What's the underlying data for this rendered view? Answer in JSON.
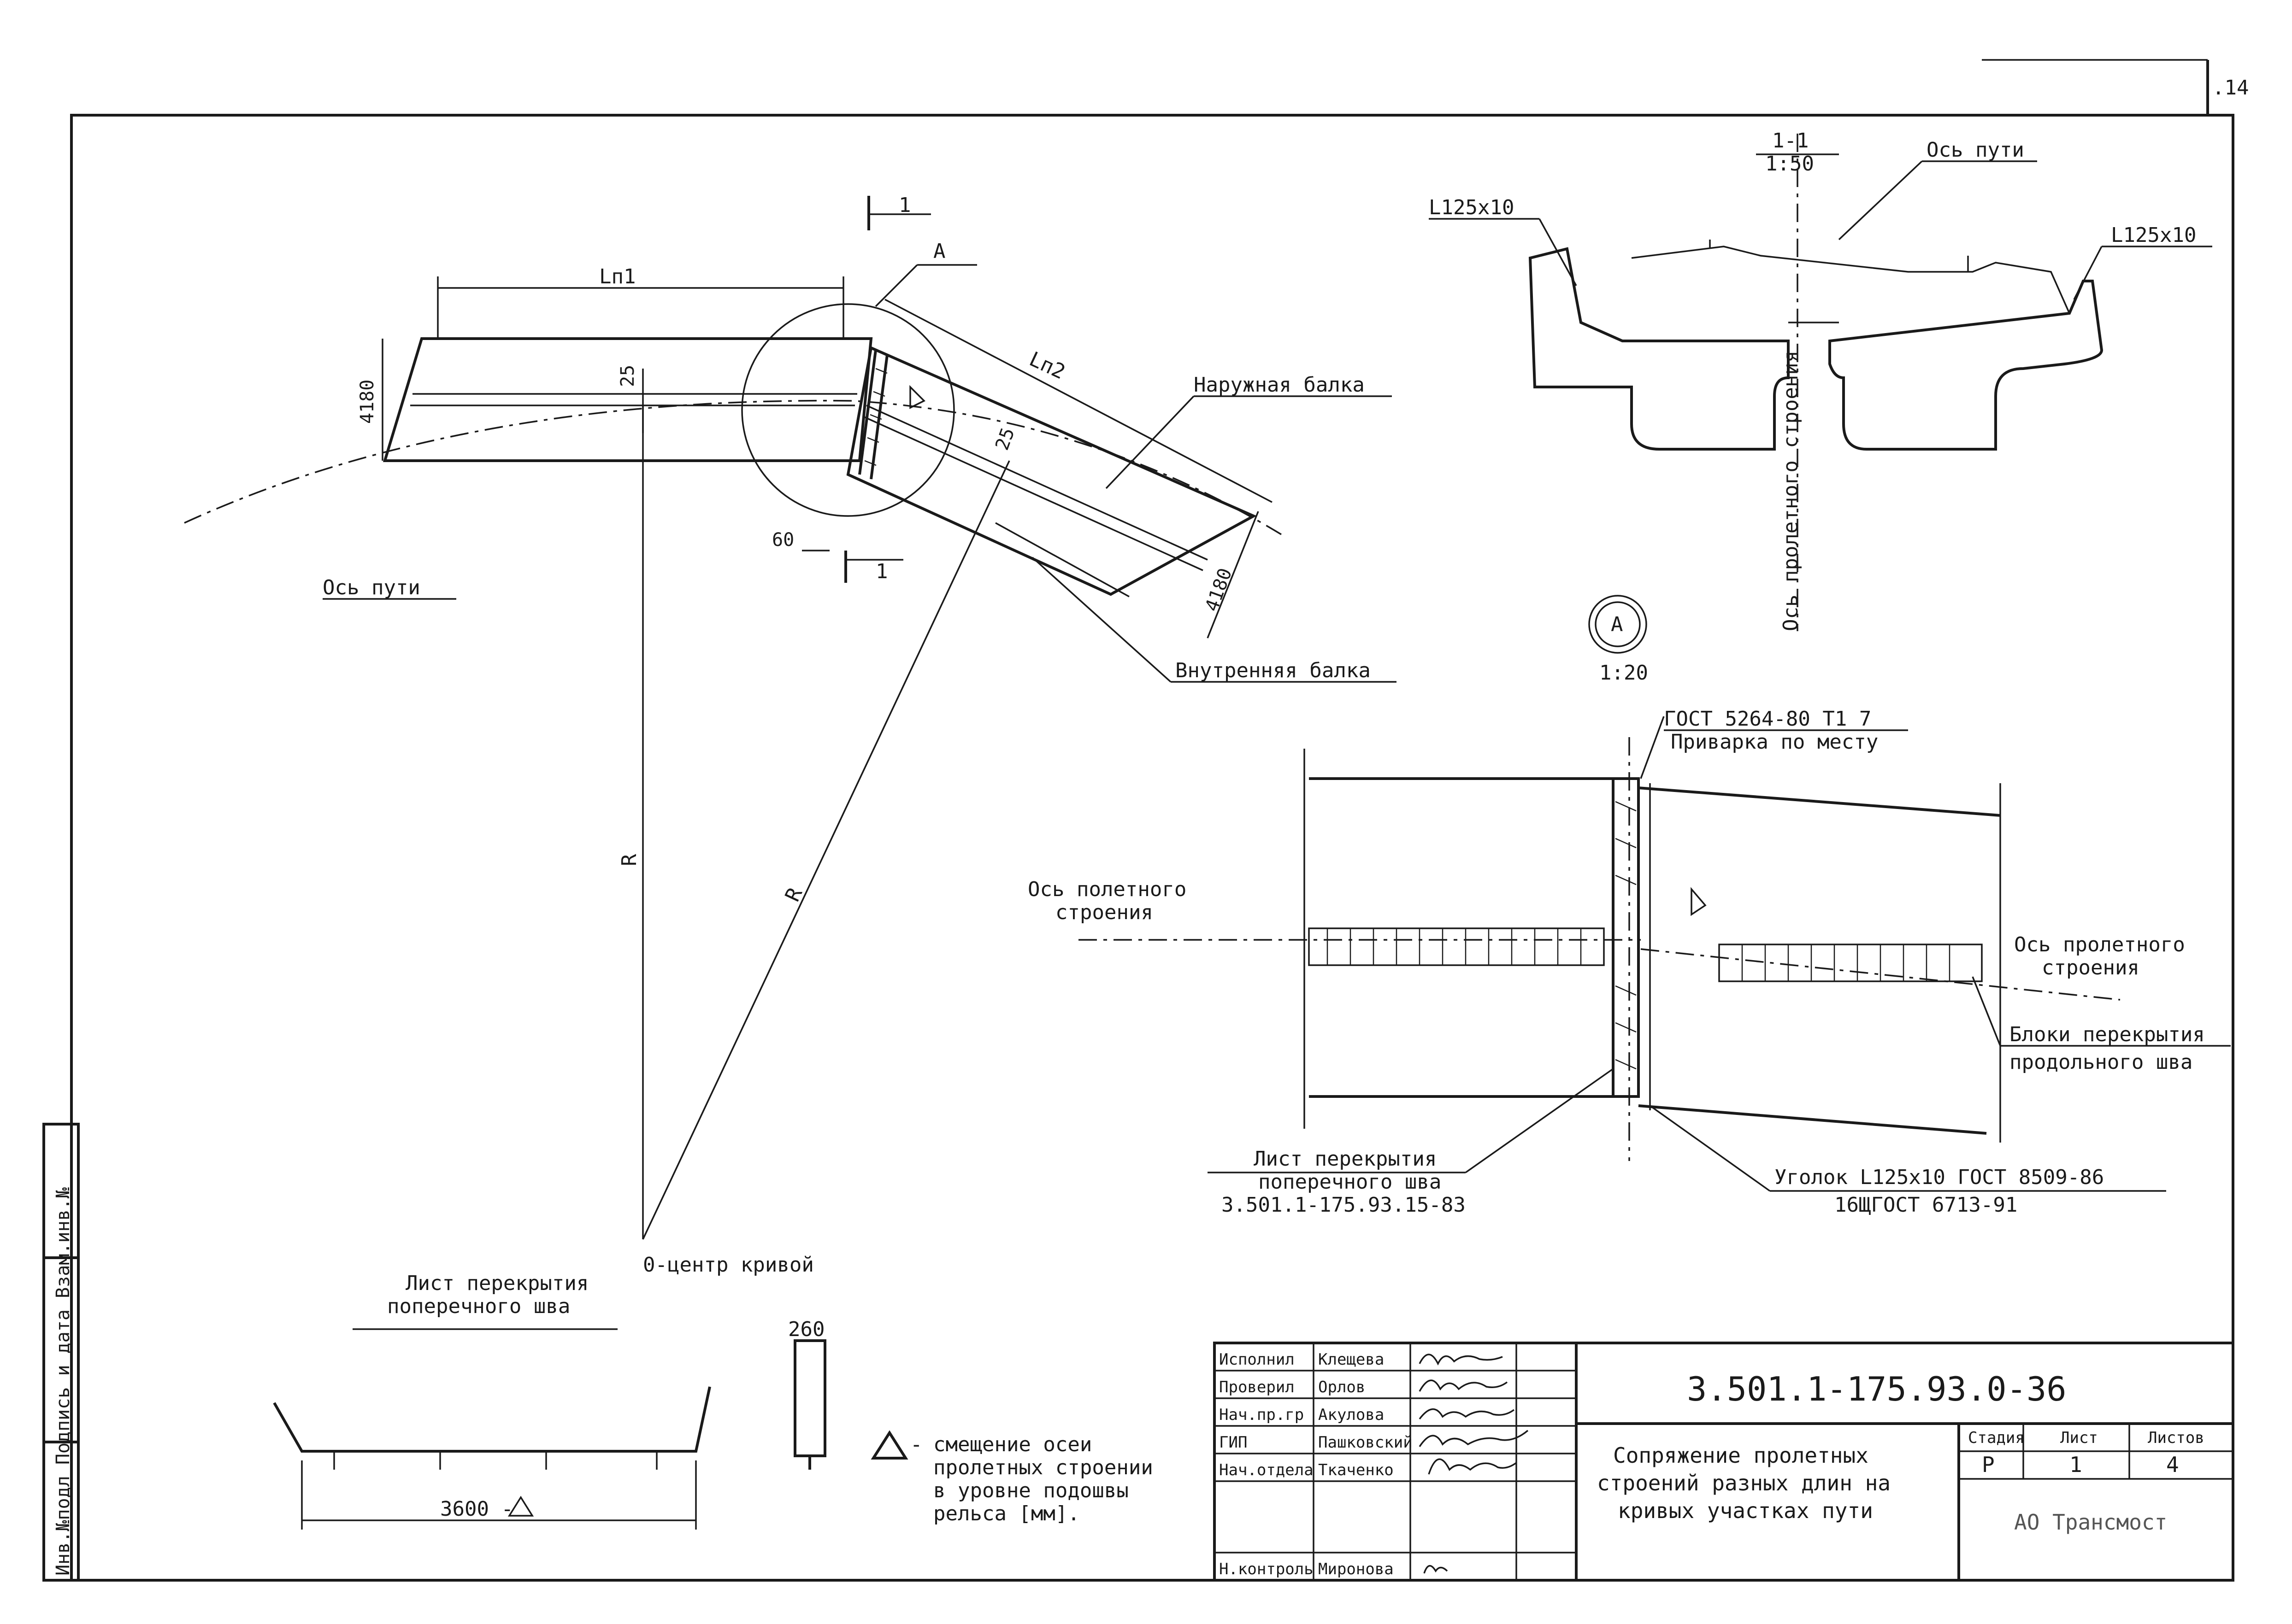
{
  "sheet_corner": ".14",
  "plan": {
    "dim_l1": "Lп1",
    "dim_l2": "Lп2",
    "width_left": "4180",
    "width_right": "4180",
    "offset_left": "25",
    "offset_right": "25",
    "gap": "60",
    "section_mark": "1",
    "section_mark_bottom": "1",
    "callout_a": "A",
    "track_axis": "Ось пути",
    "outer_beam": "Наружная балка",
    "inner_beam": "Внутренняя балка",
    "radius_1": "R",
    "radius_2": "R",
    "center": "0-центр кривой"
  },
  "section": {
    "title": "1-1",
    "scale": "1:50",
    "track_axis": "Ось пути",
    "angle_left": "L125x10",
    "angle_right": "L125x10",
    "span_axis": "Ось пролетного строения"
  },
  "detail_a": {
    "circle_label": "A",
    "scale": "1:20",
    "weld_std": "ГОСТ 5264-80 Т1 7",
    "weld_note": "Приварка по месту",
    "axis_left_1": "Ось полетного",
    "axis_left_2": "строения",
    "axis_right_1": "Ось пролетного",
    "axis_right_2": "строения",
    "blocks_1": "Блоки перекрытия",
    "blocks_2": "продольного шва",
    "sheet_1": "Лист перекрытия",
    "sheet_2": "поперечного шва",
    "sheet_3": "3.501.1-175.93.15-83",
    "angle_1": "Уголок L125x10 ГОСТ 8509-86",
    "angle_2": "16ЩГОСТ 6713-91"
  },
  "sheet_detail": {
    "title_1": "Лист перекрытия",
    "title_2": "поперечного шва",
    "length": "3600 -",
    "width": "260"
  },
  "legend": {
    "line_1": "смещение осеи",
    "line_2": "пролетных строении",
    "line_3": "в уровне подошвы",
    "line_4": "рельса  [мм]."
  },
  "stamp_strip": {
    "text": "Инв.№подл  Подпись и дата  Взам.инв.№"
  },
  "title_block": {
    "roles": [
      {
        "role": "Исполнил",
        "name": "Клещева"
      },
      {
        "role": "Проверил",
        "name": "Орлов"
      },
      {
        "role": "Нач.пр.гр",
        "name": "Акулова"
      },
      {
        "role": "ГИП",
        "name": "Пашковский"
      },
      {
        "role": "Нач.отдела",
        "name": "Ткаченко"
      },
      {
        "role": "",
        "name": ""
      },
      {
        "role": "Н.контроль",
        "name": "Миронова"
      }
    ],
    "doc_code": "3.501.1-175.93.0-36",
    "description_1": "Сопряжение пролетных",
    "description_2": "строений разных длин на",
    "description_3": "кривых участках пути",
    "stage_label": "Стадия",
    "sheet_label": "Лист",
    "sheets_label": "Листов",
    "stage": "Р",
    "sheet": "1",
    "sheets": "4",
    "org": "АО Трансмост"
  }
}
